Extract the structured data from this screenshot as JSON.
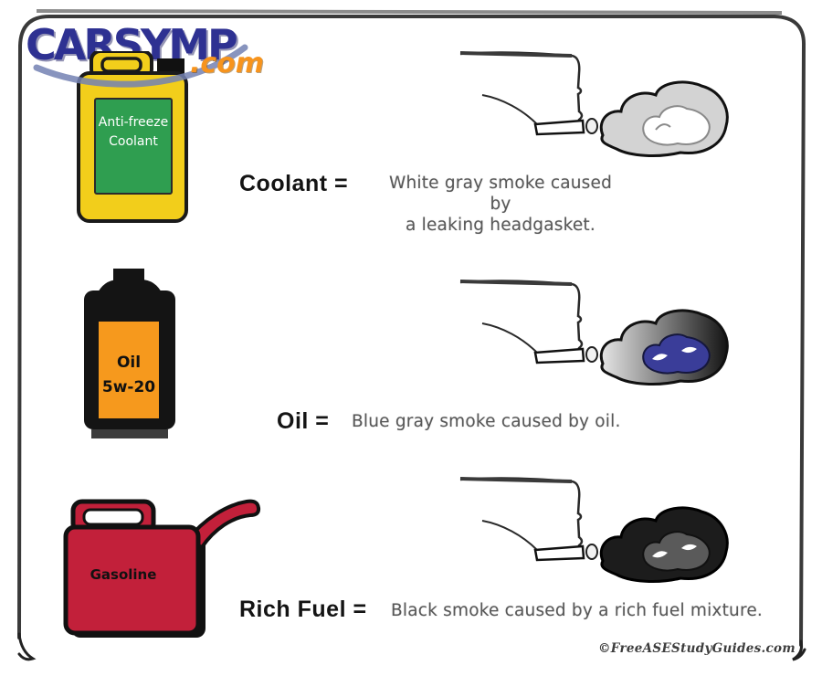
{
  "logo": {
    "brand": "CARSYMP",
    "tld": ".com"
  },
  "rows": [
    {
      "product": {
        "kind": "anti-freeze-coolant-jug",
        "label_lines": [
          "Anti-freeze",
          "Coolant"
        ]
      },
      "heading": "Coolant =",
      "description_lines": [
        "White gray smoke caused by",
        "a leaking headgasket."
      ],
      "smoke": {
        "outer": "#d3d3d3",
        "inner": "#ffffff"
      }
    },
    {
      "product": {
        "kind": "oil-bottle",
        "label_lines": [
          "Oil",
          "5w-20"
        ]
      },
      "heading": "Oil =",
      "description_lines": [
        "Blue gray smoke caused by oil."
      ],
      "smoke": {
        "outer_left": "#f5f5f5",
        "outer_right": "#0f0f0f",
        "inner": "#3a3d99"
      }
    },
    {
      "product": {
        "kind": "gasoline-can",
        "label_lines": [
          "Gasoline"
        ]
      },
      "heading": "Rich Fuel =",
      "description_lines": [
        "Black smoke caused by a rich fuel mixture."
      ],
      "smoke": {
        "outer": "#1c1c1c",
        "inner": "#5a5a5a"
      }
    }
  ],
  "footer": {
    "credit": "©FreeASEStudyGuides.com"
  },
  "colors": {
    "logo_blue": "#2e3192",
    "logo_orange": "#f7941d",
    "jug_yellow": "#f2ce1b",
    "coolant_label_green": "#2f9e50",
    "oil_bottle_black": "#141414",
    "oil_label_orange": "#f6991d",
    "gas_can_red": "#c2203a",
    "heading_black": "#141414",
    "body_text_gray": "#585858"
  }
}
